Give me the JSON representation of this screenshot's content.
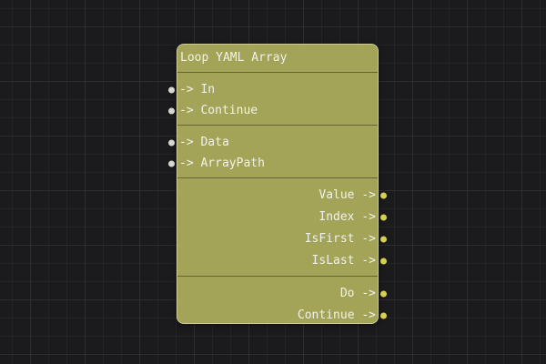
{
  "canvas": {
    "background_color": "#1b1b1d",
    "grid_minor_color": "#242428",
    "grid_major_color": "#2d2d31"
  },
  "node": {
    "title": "Loop YAML Array",
    "body_color": "#a4a45a",
    "border_color": "#ecECd6",
    "text_color": "#f1f1ec",
    "separator_color": "#6e6e50",
    "arrow": "->",
    "input_port_color": "#d6d6d2",
    "output_port_color": "#d5cf52",
    "sections": [
      {
        "side": "input",
        "ports": [
          "In",
          "Continue"
        ]
      },
      {
        "side": "input",
        "ports": [
          "Data",
          "ArrayPath"
        ]
      },
      {
        "side": "output",
        "ports": [
          "Value",
          "Index",
          "IsFirst",
          "IsLast"
        ]
      },
      {
        "side": "output",
        "ports": [
          "Do",
          "Continue"
        ]
      }
    ]
  }
}
